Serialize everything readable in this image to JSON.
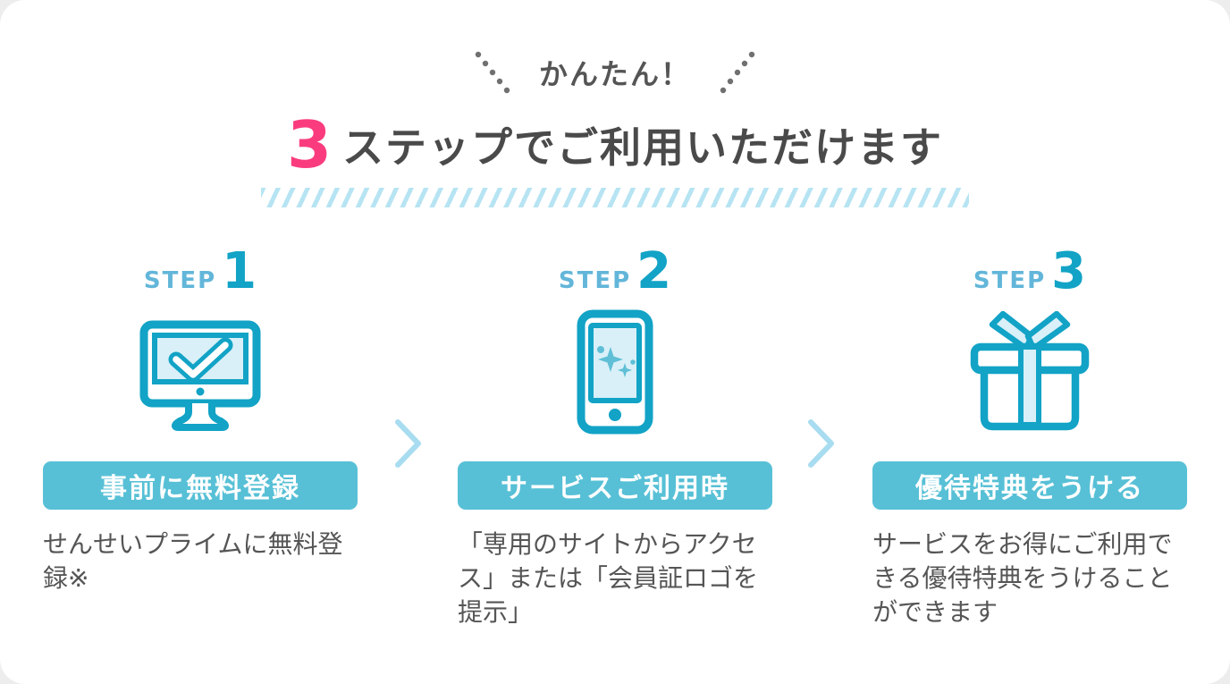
{
  "page": {
    "background": "#ededed",
    "card_background": "#ffffff"
  },
  "colors": {
    "accent_pink": "#fa3c7e",
    "teal_dark": "#12a3c6",
    "teal_button": "#57c0d6",
    "step_word_blue": "#62b6d9",
    "light_blue_fill": "#d9f0f8",
    "hatch_blue": "#b7e4f3",
    "chevron_blue": "#a8dcf0",
    "text_dark": "#4a4a4a",
    "text_gray": "#555555"
  },
  "header": {
    "eyebrow": "かんたん！",
    "title_number": "3",
    "title_text": "ステップでご利用いただけます",
    "decoration_left": "diagonal-dots",
    "decoration_right": "diagonal-dots"
  },
  "steps": [
    {
      "label": "STEP",
      "number": "1",
      "icon": "monitor-check-icon",
      "button": "事前に無料登録",
      "description": "せんせいプライムに無料登録※"
    },
    {
      "label": "STEP",
      "number": "2",
      "icon": "smartphone-sparkle-icon",
      "button": "サービスご利用時",
      "description": "「専用のサイトからアクセス」または「会員証ロゴを提示」"
    },
    {
      "label": "STEP",
      "number": "3",
      "icon": "gift-box-icon",
      "button": "優待特典をうける",
      "description": "サービスをお得にご利用できる優待特典をうけることができます"
    }
  ]
}
